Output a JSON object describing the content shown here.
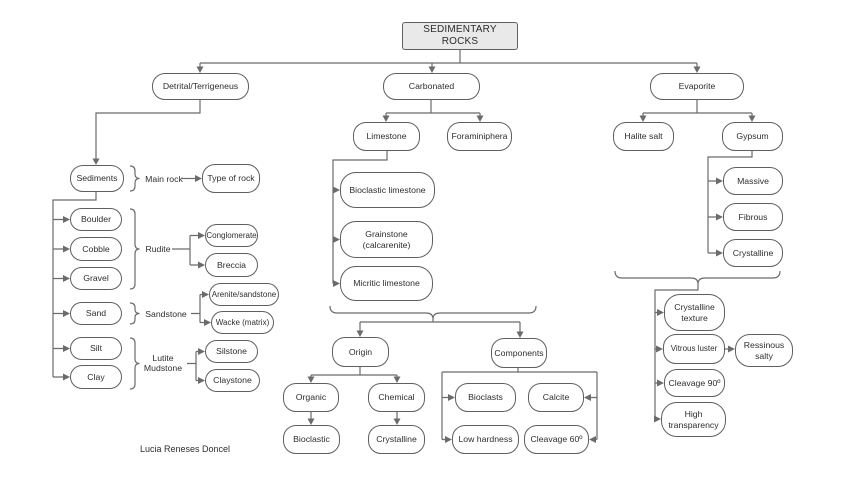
{
  "title": "SEDIMENTARY ROCKS",
  "author": "Lucia Reneses Doncel",
  "nodes": {
    "detrital": "Detrital/Terrigeneus",
    "carbonated": "Carbonated",
    "evaporite": "Evaporite",
    "sediments": "Sediments",
    "type_of_rock": "Type of rock",
    "boulder": "Boulder",
    "cobble": "Cobble",
    "gravel": "Gravel",
    "sand": "Sand",
    "silt": "Silt",
    "clay": "Clay",
    "conglomerate": "Conglomerate",
    "breccia": "Breccia",
    "arenite": "Arenite/sandstone",
    "wacke": "Wacke (matrix)",
    "silstone": "Silstone",
    "claystone": "Claystone",
    "limestone": "Limestone",
    "foraminiphera": "Foraminiphera",
    "bioclastic_limestone": "Bioclastic limestone",
    "grainstone": "Grainstone (calcarenite)",
    "micritic_limestone": "Micritic limestone",
    "origin": "Origin",
    "components": "Components",
    "organic": "Organic",
    "chemical": "Chemical",
    "bioclastic": "Bioclastic",
    "crystalline_origin": "Crystalline",
    "bioclasts": "Bioclasts",
    "calcite": "Calcite",
    "low_hardness": "Low hardness",
    "cleavage_60": "Cleavage 60º",
    "halite_salt": "Halite salt",
    "gypsum": "Gypsum",
    "massive": "Massive",
    "fibrous": "Fibrous",
    "crystalline_gypsum": "Crystalline",
    "crystalline_texture": "Crystalline texture",
    "vitrous_luster": "Vitrous luster",
    "ressinous_salty": "Ressinous salty",
    "cleavage_90": "Cleavage 90º",
    "high_transparency": "High transparency"
  },
  "group_labels": {
    "main_rock": "Main rock",
    "rudite": "Rudite",
    "sandstone": "Sandstone",
    "lutite_mudstone": "Lutite Mudstone"
  },
  "colors": {
    "line": "#6b6b6b",
    "node_border": "#5f5f5f",
    "title_fill": "#e9e9e9",
    "text": "#2e2e2e",
    "background": "#ffffff"
  }
}
